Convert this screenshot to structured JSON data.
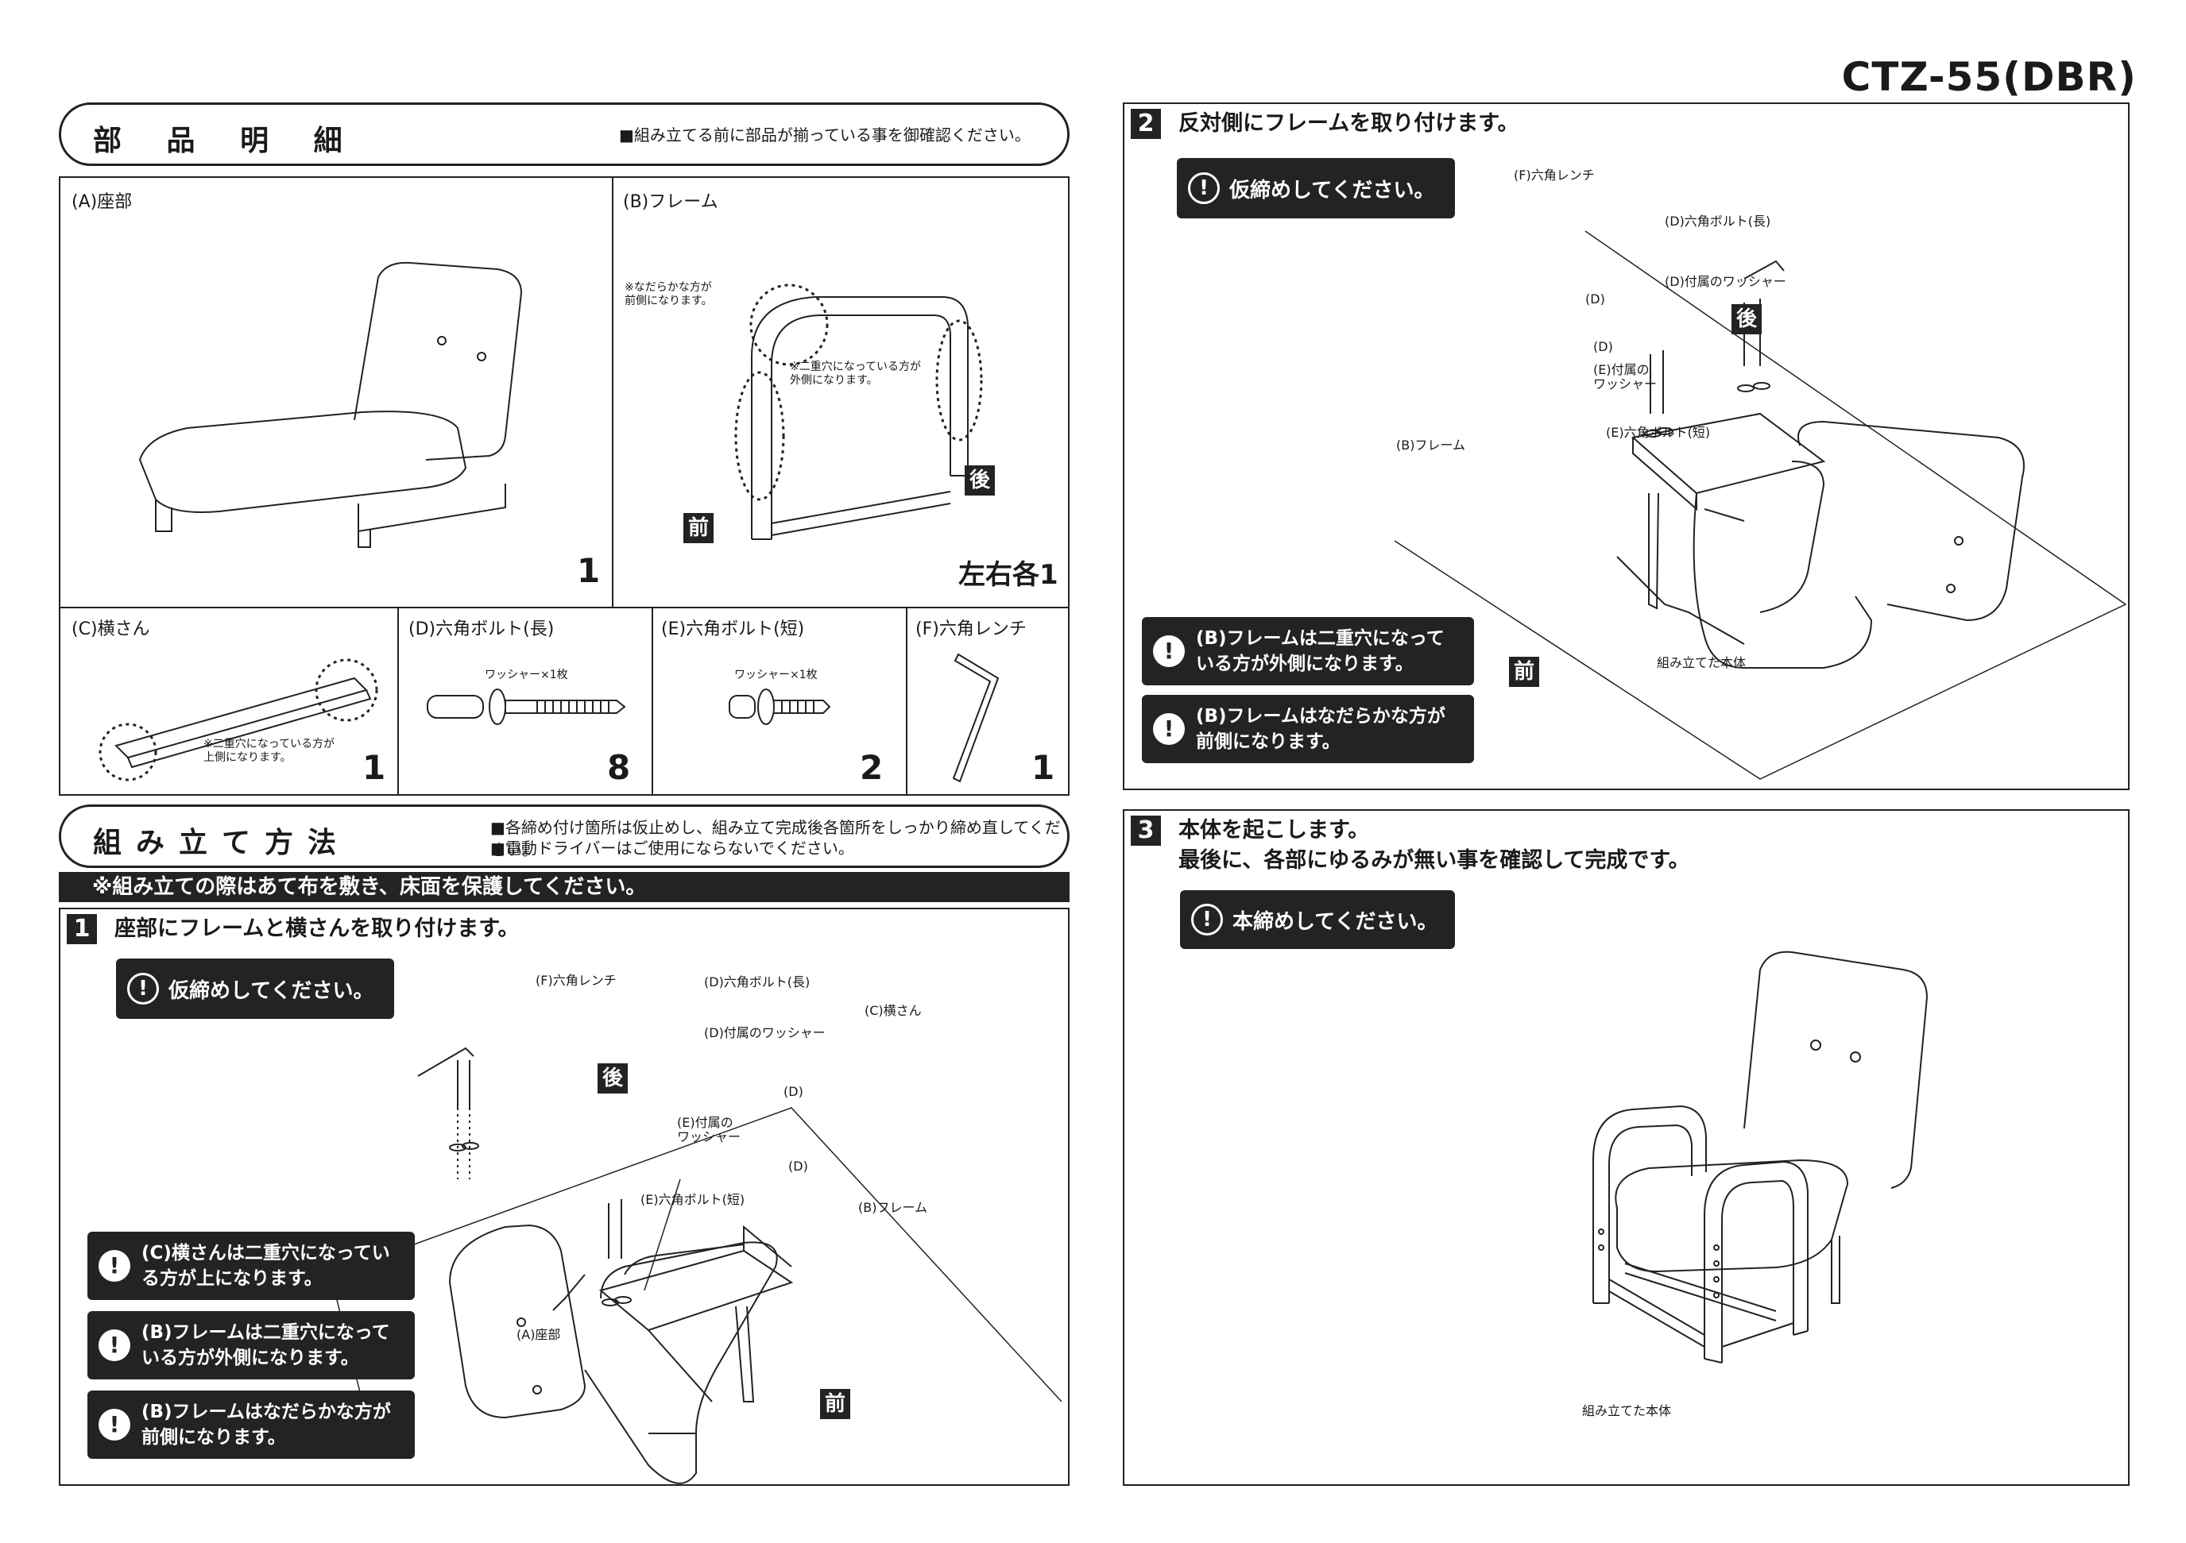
{
  "model": "CTZ-55(DBR)",
  "parts": {
    "header_title": "部 品 明 細",
    "header_note": "■組み立てる前に部品が揃っている事を御確認ください。",
    "a": {
      "label": "(A)座部",
      "qty": "1"
    },
    "b": {
      "label": "(B)フレーム",
      "qty": "左右各1",
      "note1": "※なだらかな方が\n前側になります。",
      "note2": "※二重穴になっている方が\n外側になります。",
      "front": "前",
      "back": "後"
    },
    "c": {
      "label": "(C)横さん",
      "qty": "1",
      "note": "※二重穴になっている方が\n上側になります。"
    },
    "d": {
      "label": "(D)六角ボルト(長)",
      "qty": "8",
      "washer": "ワッシャー×1枚"
    },
    "e": {
      "label": "(E)六角ボルト(短)",
      "qty": "2",
      "washer": "ワッシャー×1枚"
    },
    "f": {
      "label": "(F)六角レンチ",
      "qty": "1"
    }
  },
  "method": {
    "header_title": "組み立て方法",
    "note1": "■各締め付け箇所は仮止めし、組み立て完成後各箇所をしっかり締め直してください。",
    "note2": "■電動ドライバーはご使用にならないでください。",
    "banner": "※組み立ての際はあて布を敷き、床面を保護してください。"
  },
  "step1": {
    "num": "1",
    "title": "座部にフレームと横さんを取り付けます。",
    "caution": "仮締めしてください。",
    "notes": [
      "(C)横さんは二重穴になってい\nる方が上になります。",
      "(B)フレームは二重穴になって\nいる方が外側になります。",
      "(B)フレームはなだらかな方が\n前側になります。"
    ],
    "labels": {
      "wrench": "(F)六角レンチ",
      "bolt_long": "(D)六角ボルト(長)",
      "washer": "(D)付属のワッシャー",
      "crossbar": "(C)横さん",
      "washer_e": "(E)付属の\nワッシャー",
      "d1": "(D)",
      "d2": "(D)",
      "bolt_short": "(E)六角ボルト(短)",
      "frame": "(B)フレーム",
      "seat": "(A)座部",
      "back": "後",
      "front": "前"
    }
  },
  "step2": {
    "num": "2",
    "title": "反対側にフレームを取り付けます。",
    "caution": "仮締めしてください。",
    "notes": [
      "(B)フレームは二重穴になって\nいる方が外側になります。",
      "(B)フレームはなだらかな方が\n前側になります。"
    ],
    "labels": {
      "wrench": "(F)六角レンチ",
      "bolt_long": "(D)六角ボルト(長)",
      "washer": "(D)付属のワッシャー",
      "d1": "(D)",
      "d2": "(D)",
      "washer_e": "(E)付属の\nワッシャー",
      "bolt_short": "(E)六角ボルト(短)",
      "frame": "(B)フレーム",
      "body": "組み立てた本体",
      "back": "後",
      "front": "前"
    }
  },
  "step3": {
    "num": "3",
    "title": "本体を起こします。\n最後に、各部にゆるみが無い事を確認して完成です。",
    "caution": "本締めしてください。",
    "body": "組み立てた本体"
  }
}
